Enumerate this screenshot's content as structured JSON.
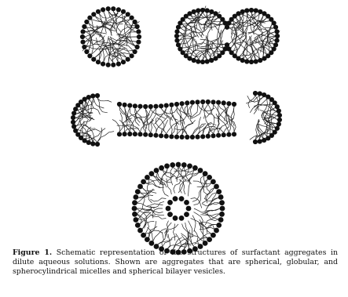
{
  "figure": {
    "caption_label": "Figure 1.",
    "caption_text": "Schematic representation of the structures of surfactant aggregates in dilute aqueous solutions. Shown are aggregates that are spherical, globular, and spherocylindrical micelles and spherical bilayer vesicles.",
    "aggregates": [
      {
        "name": "spherical-micelle"
      },
      {
        "name": "globular-micelle"
      },
      {
        "name": "spherocylindrical-micelle"
      },
      {
        "name": "bilayer-vesicle"
      }
    ],
    "colors": {
      "head": "#111111",
      "tail": "#222222",
      "background": "#ffffff"
    }
  }
}
